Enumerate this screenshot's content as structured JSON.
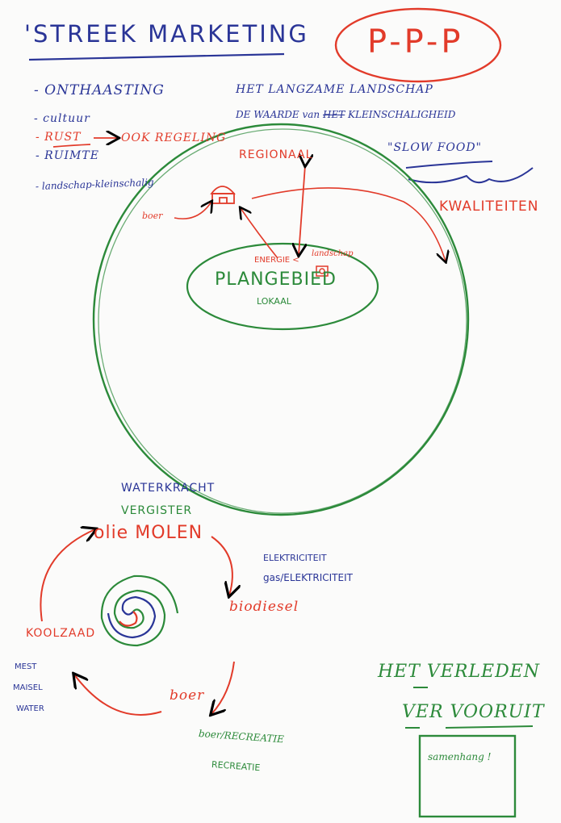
{
  "colors": {
    "blue": "#2a3597",
    "red": "#e23b2a",
    "green": "#2c8a3a",
    "paper": "#fbfbfa"
  },
  "header": {
    "title": "'STREEK MARKETING",
    "ppp": "P-P-P"
  },
  "list": {
    "items": [
      "- ONTHAASTING",
      "- cultuur",
      "- RUST",
      "- RUIMTE",
      "- landschap-kleinschalig"
    ],
    "rust_arrow_label": "OOK REGELING"
  },
  "top_right": {
    "line1": "HET LANGZAME LANDSCHAP",
    "line2_a": "DE WAARDE van",
    "line2_struck": "HET",
    "line2_b": "KLEINSCHALIGHEID",
    "slow_food": "\"SLOW FOOD\"",
    "kwaliteiten": "KWALITEITEN"
  },
  "circle": {
    "regionaal": "REGIONAAL",
    "boer": "boer",
    "energie": "ENERGIE <",
    "landschap": "landschap",
    "plangebied": "PLANGEBIED",
    "lokaal": "LOKAAL"
  },
  "cycle": {
    "waterkracht": "WATERKRACHT",
    "vergister": "VERGISTER",
    "olie_molen": "olie MOLEN",
    "elektriciteit": "ELEKTRICITEIT",
    "gas_elektriciteit": "gas/ELEKTRICITEIT",
    "biodiesel": "biodiesel",
    "koolzaad": "KOOLZAAD",
    "boer": "boer",
    "mest": "MEST",
    "maisel": "MAISEL",
    "water": "WATER",
    "boer_recreatie": "boer/RECREATIE",
    "recreatie": "RECREATIE"
  },
  "footer": {
    "verleden": "HET VERLEDEN",
    "ver_vooruit": "VER VOORUIT",
    "samenhang": "samenhang !"
  }
}
